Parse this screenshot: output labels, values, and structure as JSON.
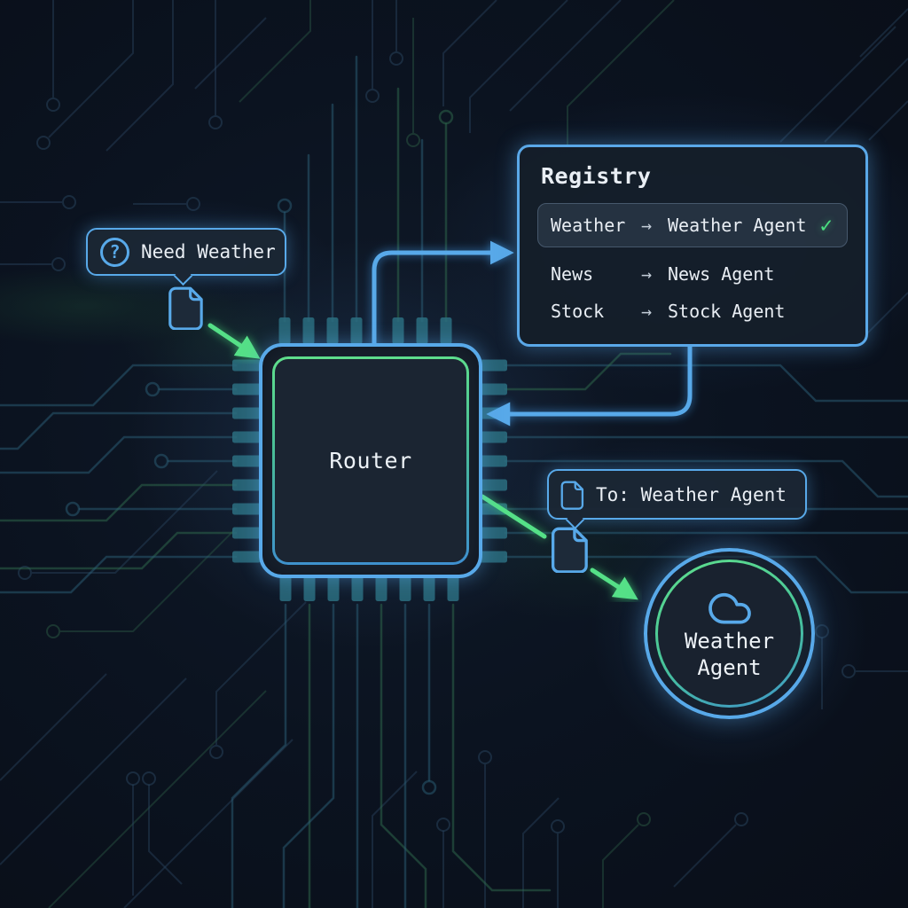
{
  "palette": {
    "accent_blue": "#58a9e9",
    "accent_green": "#55e087",
    "check_green": "#4ade80",
    "text": "#e9eef4",
    "panel_bg": "#151d29"
  },
  "need_weather_bubble": {
    "icon": "question-mark-icon",
    "icon_glyph": "?",
    "label": "Need Weather"
  },
  "router": {
    "label": "Router"
  },
  "registry": {
    "title": "Registry",
    "entries": [
      {
        "key": "Weather",
        "arrow": "→",
        "agent": "Weather Agent",
        "check": "✓",
        "selected": true
      },
      {
        "key": "News",
        "arrow": "→",
        "agent": "News Agent",
        "selected": false
      },
      {
        "key": "Stock",
        "arrow": "→",
        "agent": "Stock Agent",
        "selected": false
      }
    ]
  },
  "to_bubble": {
    "icon": "document-icon",
    "label": "To: Weather Agent"
  },
  "weather_agent": {
    "icon": "cloud-icon",
    "label_line1": "Weather",
    "label_line2": "Agent"
  }
}
